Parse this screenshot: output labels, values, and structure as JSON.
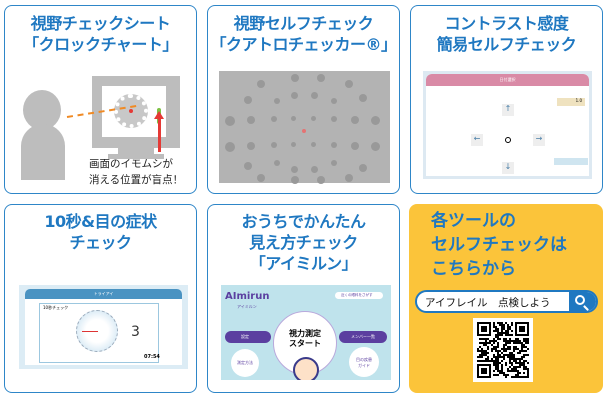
{
  "cards": [
    {
      "title_l1": "視野チェックシート",
      "title_l2": "「クロックチャート」",
      "caption_l1": "画面のイモムシが",
      "caption_l2": "消える位置が盲点！"
    },
    {
      "title_l1": "視野セルフチェック",
      "title_l2": "「クアトロチェッカー®」"
    },
    {
      "title_l1": "コントラスト感度",
      "title_l2": "簡易セルフチェック",
      "screen_header": "日付選択",
      "screen_value": "1.0"
    },
    {
      "title_l1": "10秒&目の症状",
      "title_l2": "チェック",
      "screen_header": "トライアイ",
      "panel_label": "10秒チェック",
      "countdown": "3",
      "time": "07:54"
    },
    {
      "title_l1": "おうちでかんたん",
      "title_l2": "見え方チェック",
      "title_l3": "「アイミルン」",
      "app_name": "AImirun",
      "app_kana": "アイミルン",
      "location_btn": "近くの眼科をさがす",
      "start_l1": "視力測定",
      "start_l2": "スタート",
      "settings": "設定",
      "members": "メンバー一覧",
      "method": "測定方法",
      "guide_l1": "目の疾患",
      "guide_l2": "ガイド"
    },
    {
      "title_l1": "各ツールの",
      "title_l2": "セルフチェックは",
      "title_l3": "こちらから",
      "search_text": "アイフレイル　点検しよう"
    }
  ],
  "colors": {
    "accent": "#1f78c1",
    "yellow": "#fbc43a"
  }
}
